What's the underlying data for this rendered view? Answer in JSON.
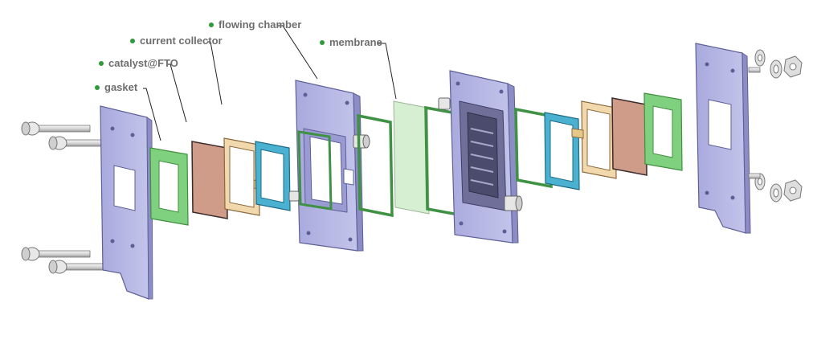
{
  "labels": {
    "flowing_chamber": "flowing chamber",
    "current_collector": "current collector",
    "membrane": "membrane",
    "catalyst_fto": "catalyst@FTO",
    "gasket": "gasket"
  },
  "colors": {
    "plate": "#b7b8e4",
    "plate_edge": "#5e5f97",
    "gasket": "#7fd17f",
    "gasket_edge": "#3f8f3f",
    "catalyst": "#cf9c89",
    "collector_frame": "#f1d9ad",
    "blue_gasket": "#4ab2d0",
    "membrane": "#d6eed2",
    "oring": "#3f9144",
    "bolt": "#d9d9d9",
    "label_text": "#6e6e6e",
    "bullet": "#2f9a3a"
  },
  "icons": [
    "bolt-icon",
    "nut-icon",
    "washer-icon"
  ]
}
